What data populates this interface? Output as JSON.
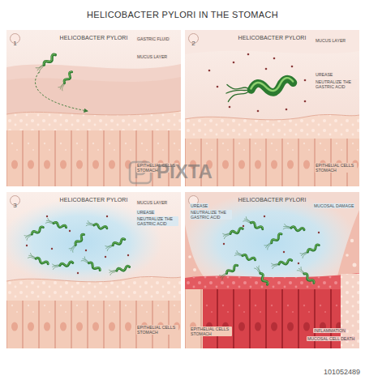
{
  "diagram": {
    "title": "HELICOBACTER PYLORI IN THE STOMACH",
    "nodes": [
      {
        "text": [
          "HELICOBACTER PYLORI"
        ]
      },
      {
        "text": [
          "1"
        ],
        "in": 0
      },
      {
        "text": [
          "HELICOBACTER PYLORI"
        ]
      },
      {
        "text": [
          "2"
        ],
        "in": 2
      },
      {
        "text": [
          "HELICOBACTER PYLORI"
        ]
      },
      {
        "text": [
          "3"
        ],
        "in": 4
      },
      {
        "text": [
          "HELICOBACTER PYLORI"
        ]
      },
      {
        "text": [
          "4"
        ],
        "in": 6
      }
    ],
    "labels": [
      "GASTRIC FLUID",
      "MUCUS LAYER",
      "EPITHELIAL CELLS STOMACH",
      "MUCUS LAYER",
      "UREASE",
      "NEUTRALIZE THE GASTRIC ACID",
      "EPITHELIAL CELLS STOMACH",
      "MUCUS LAYER",
      "UREASE",
      "NEUTRALIZE THE GASTRIC ACID",
      "EPITHELIAL CELLS STOMACH",
      "UREASE",
      "NEUTRALIZE THE GASTRIC ACID",
      "MUCOSAL DAMAGE",
      "EPITHELIAL CELLS STOMACH",
      "INFLAMMATION",
      "MUCOSAL CELL DEATH",
      "PIXTA",
      "101052489"
    ]
  }
}
